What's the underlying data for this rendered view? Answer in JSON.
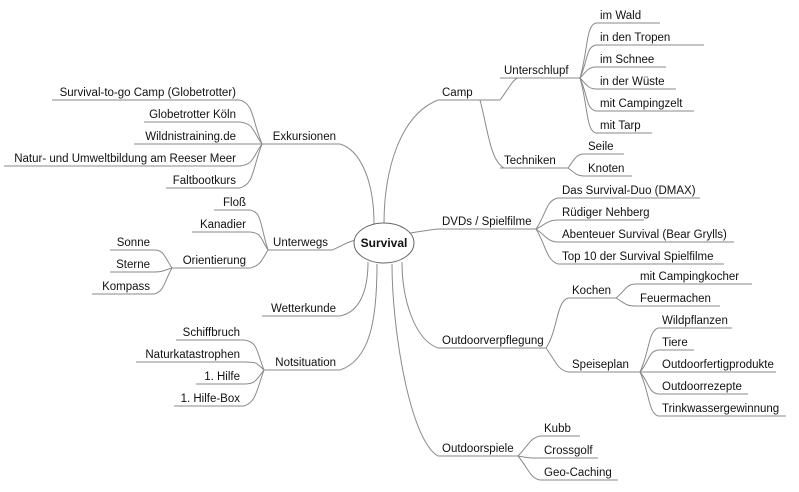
{
  "center": "Survival",
  "branches": {
    "camp": {
      "label": "Camp",
      "unterschlupf": {
        "label": "Unterschlupf",
        "items": [
          "im Wald",
          "in den Tropen",
          "im Schnee",
          "in der Wüste",
          "mit Campingzelt",
          "mit Tarp"
        ]
      },
      "techniken": {
        "label": "Techniken",
        "items": [
          "Seile",
          "Knoten"
        ]
      }
    },
    "dvds": {
      "label": "DVDs / Spielfilme",
      "items": [
        "Das Survival-Duo (DMAX)",
        "Rüdiger Nehberg",
        "Abenteuer Survival (Bear Grylls)",
        "Top 10 der Survival Spielfilme"
      ]
    },
    "verpflegung": {
      "label": "Outdoorverpflegung",
      "kochen": {
        "label": "Kochen",
        "items": [
          "mit Campingkocher",
          "Feuermachen"
        ]
      },
      "speiseplan": {
        "label": "Speiseplan",
        "items": [
          "Wildpflanzen",
          "Tiere",
          "Outdoorfertigprodukte",
          "Outdoorrezepte",
          "Trinkwassergewinnung"
        ]
      }
    },
    "spiele": {
      "label": "Outdoorspiele",
      "items": [
        "Kubb",
        "Crossgolf",
        "Geo-Caching"
      ]
    },
    "exkursionen": {
      "label": "Exkursionen",
      "items": [
        "Survival-to-go Camp (Globetrotter)",
        "Globetrotter Köln",
        "Wildnistraining.de",
        "Natur- und Umweltbildung am Reeser Meer",
        "Faltbootkurs"
      ]
    },
    "unterwegs": {
      "label": "Unterwegs",
      "items": [
        "Floß",
        "Kanadier"
      ],
      "orientierung": {
        "label": "Orientierung",
        "items": [
          "Sonne",
          "Sterne",
          "Kompass"
        ]
      }
    },
    "wetterkunde": {
      "label": "Wetterkunde"
    },
    "notsituation": {
      "label": "Notsituation",
      "items": [
        "Schiffbruch",
        "Naturkatastrophen",
        "1. Hilfe",
        "1. Hilfe-Box"
      ]
    }
  }
}
